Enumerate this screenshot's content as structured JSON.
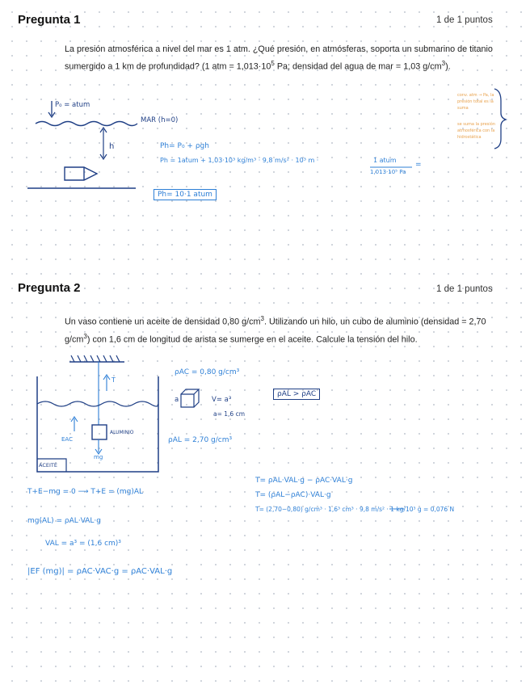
{
  "q1": {
    "title": "Pregunta 1",
    "score": "1 de 1 puntos",
    "text_a": "La presión atmosférica a nivel del mar es 1 atm. ¿Qué presión, en atmósferas, soporta un submarino de titanio sumergido a 1 km de profundidad? (1 atm = 1,013·10",
    "sup": "5",
    "text_b": " Pa; densidad del agua de mar = 1,03 g/cm",
    "sup2": "3",
    "text_c": ").",
    "notes": {
      "p0": "P₀ = atum",
      "mar": "MAR (h=0)",
      "h": "h",
      "eq1": "Ph= P₀ + ρgh",
      "eq2": "Ph = 1atum + 1,03·10³ kg/m³ · 9,8 m/s² · 10³ m ·",
      "frac_num": "1 atum",
      "frac_den": "1,013·10⁵ Pa",
      "equals": "=",
      "result": "Ph= 10·1 atum",
      "orange1": "conv. atm → Pa, la presión total es la suma",
      "orange2": "se suma la presión atmosférica con la hidrostática"
    }
  },
  "q2": {
    "title": "Pregunta 2",
    "score": "1 de 1 puntos",
    "text_a": "Un vaso contiene un aceite de densidad 0,80 g/cm",
    "sup": "3",
    "text_b": ". Utilizando un hilo, un cubo de aluminio (densidad = 2,70 g/cm",
    "sup2": "3",
    "text_c": ") con 1,6 cm de longitud de arista se sumerge en el aceite. Calcule la tensión del hilo.",
    "notes": {
      "rho_ac": "ρAC = 0,80 g/cm³",
      "rho_al": "ρAL = 2,70 g/cm³",
      "compare": "ρAL > ρAC",
      "cube_a": "a",
      "vol": "V= a³",
      "a_val": "a= 1,6 cm",
      "T": "T",
      "E": "EAC",
      "mg": "mg",
      "aluminio": "ALUMINIO",
      "aceite": "ACEITE",
      "sum": "T+E−mg = 0 ⟶ T+E = (mg)AL",
      "mg_al": "mg(AL) = ρAL·VAL·g",
      "v_al": "VAL = a³ = (1,6 cm)³",
      "ef": "|EF (mg)| = ρAC·VAC·g = ρAC·VAL·g",
      "t1": "T= ρAL·VAL·g − ρAC·VAL·g",
      "t2": "T= (ρAL−ρAC)·VAL·g",
      "t3": "T= (2,70−0,80) g/cm³ · 1,6³ cm³ · 9,8 m/s² · 1 kg/10³ g = 0,076 N"
    }
  }
}
